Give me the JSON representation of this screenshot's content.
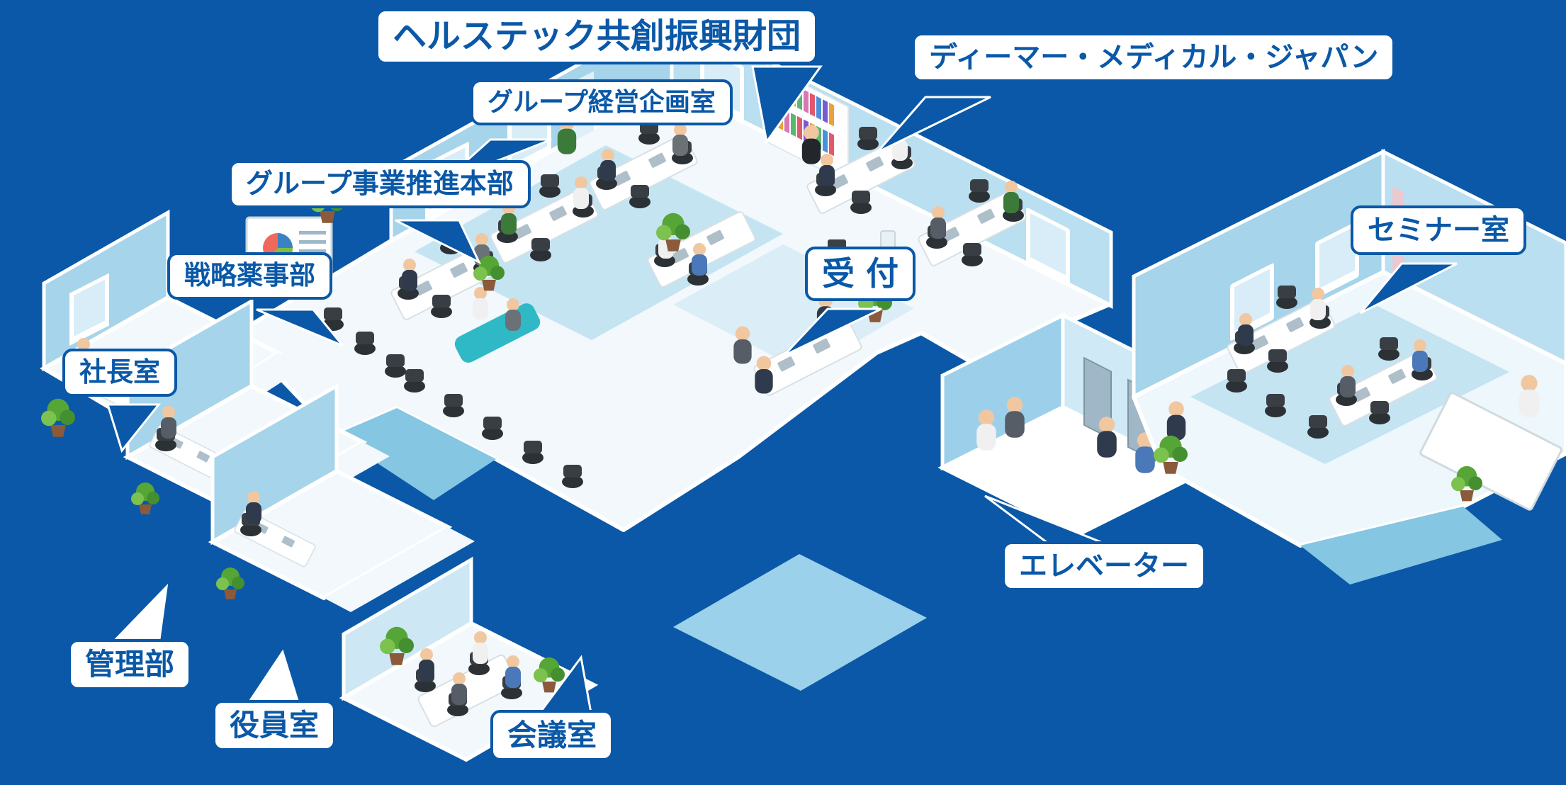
{
  "diagram": {
    "type": "isometric-office-floor-map",
    "labels": [
      {
        "id": "healthtech_foundation",
        "text": "ヘルステック共創振興財団"
      },
      {
        "id": "deemer_medical_japan",
        "text": "ディーマー・メディカル・ジャパン"
      },
      {
        "id": "group_planning_office",
        "text": "グループ経営企画室"
      },
      {
        "id": "group_business_division",
        "text": "グループ事業推進本部"
      },
      {
        "id": "strategy_pharma_dept",
        "text": "戦略薬事部"
      },
      {
        "id": "president_office",
        "text": "社長室"
      },
      {
        "id": "reception",
        "text": "受 付"
      },
      {
        "id": "seminar_room",
        "text": "セミナー室"
      },
      {
        "id": "elevator",
        "text": "エレベーター"
      },
      {
        "id": "admin_dept",
        "text": "管理部"
      },
      {
        "id": "executive_room",
        "text": "役員室"
      },
      {
        "id": "meeting_room",
        "text": "会議室"
      }
    ],
    "palette": {
      "background": "#0a58a7",
      "label_text": "#0a58a7",
      "label_bg": "#ffffff",
      "wall": "#a6d4ea",
      "wall_light": "#badff0",
      "floor": "#f2f8fb",
      "carpet": "#c4e4f2",
      "accent_teal": "#2fb9c7",
      "plant_green": "#55a636",
      "chair_dark": "#2c3136"
    }
  }
}
